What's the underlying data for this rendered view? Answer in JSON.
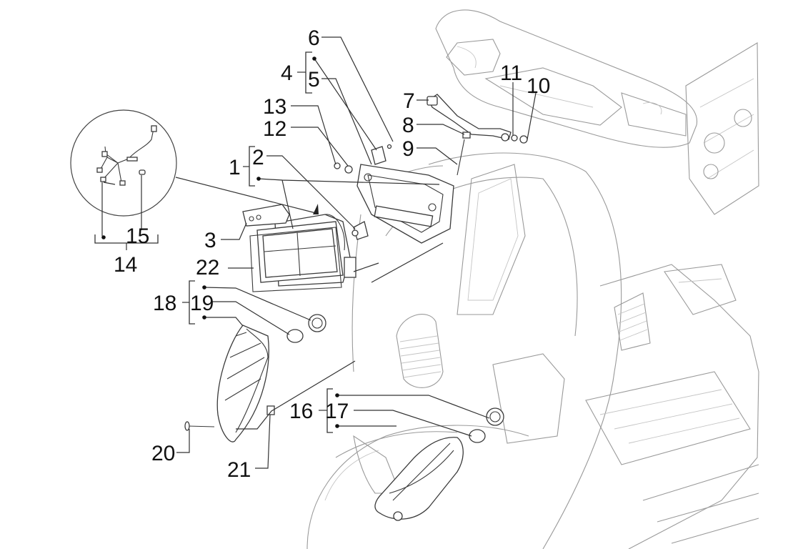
{
  "diagram": {
    "subject": "Scooter front shield – headlight and turn indicator assembly (exploded view)",
    "callouts": [
      {
        "id": "1",
        "label": "1"
      },
      {
        "id": "2",
        "label": "2"
      },
      {
        "id": "3",
        "label": "3"
      },
      {
        "id": "4",
        "label": "4"
      },
      {
        "id": "5",
        "label": "5"
      },
      {
        "id": "6",
        "label": "6"
      },
      {
        "id": "7",
        "label": "7"
      },
      {
        "id": "8",
        "label": "8"
      },
      {
        "id": "9",
        "label": "9"
      },
      {
        "id": "10",
        "label": "10"
      },
      {
        "id": "11",
        "label": "11"
      },
      {
        "id": "12",
        "label": "12"
      },
      {
        "id": "13",
        "label": "13"
      },
      {
        "id": "14",
        "label": "14"
      },
      {
        "id": "15",
        "label": "15"
      },
      {
        "id": "16",
        "label": "16"
      },
      {
        "id": "17",
        "label": "17"
      },
      {
        "id": "18",
        "label": "18"
      },
      {
        "id": "19",
        "label": "19"
      },
      {
        "id": "20",
        "label": "20"
      },
      {
        "id": "21",
        "label": "21"
      },
      {
        "id": "22",
        "label": "22"
      }
    ],
    "groups": [
      {
        "parent": "1",
        "children": [
          "2",
          "•"
        ]
      },
      {
        "parent": "4",
        "children": [
          "•",
          "5"
        ]
      },
      {
        "parent": "14",
        "children": [
          "•",
          "15"
        ]
      },
      {
        "parent": "16",
        "children": [
          "•",
          "17",
          "•"
        ]
      },
      {
        "parent": "18",
        "children": [
          "•",
          "19",
          "•"
        ]
      }
    ],
    "parts": {
      "inset": "wiring-harness-detail",
      "headlight": "headlight-unit",
      "bracket": "headlight-mounting-bracket",
      "left_indicator": "left-turn-indicator-lens",
      "right_indicator": "right-turn-indicator-lens",
      "scooter_body": "front-shield-and-handlebar"
    }
  }
}
